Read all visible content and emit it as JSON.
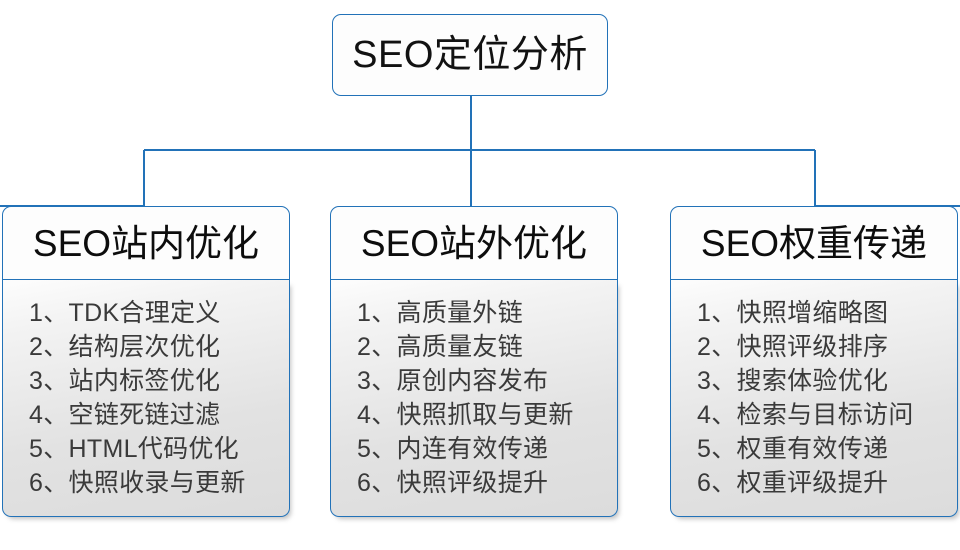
{
  "diagram": {
    "type": "org-chart",
    "title": "SEO定位分析",
    "accent_color": "#2272b8",
    "text_color": "#3a3a3a",
    "root": {
      "label": "SEO定位分析"
    },
    "branches": [
      {
        "id": "seo-on-site",
        "heading": "SEO站内优化",
        "items": [
          {
            "num": "1",
            "sep": "、",
            "text": "TDK合理定义"
          },
          {
            "num": "2",
            "sep": "、",
            "text": "结构层次优化"
          },
          {
            "num": "3",
            "sep": "、",
            "text": "站内标签优化"
          },
          {
            "num": "4",
            "sep": "、",
            "text": "空链死链过滤"
          },
          {
            "num": "5",
            "sep": "、",
            "text": "HTML代码优化"
          },
          {
            "num": "6",
            "sep": "、",
            "text": "快照收录与更新"
          }
        ]
      },
      {
        "id": "seo-off-site",
        "heading": "SEO站外优化",
        "items": [
          {
            "num": "1",
            "sep": "、",
            "text": "高质量外链"
          },
          {
            "num": "2",
            "sep": "、",
            "text": "高质量友链"
          },
          {
            "num": "3",
            "sep": "、",
            "text": "原创内容发布"
          },
          {
            "num": "4",
            "sep": "、",
            "text": "快照抓取与更新"
          },
          {
            "num": "5",
            "sep": "、",
            "text": "内连有效传递"
          },
          {
            "num": "6",
            "sep": "、",
            "text": "快照评级提升"
          }
        ]
      },
      {
        "id": "seo-weight-transfer",
        "heading": "SEO权重传递",
        "items": [
          {
            "num": "1",
            "sep": "、",
            "text": "快照增缩略图"
          },
          {
            "num": "2",
            "sep": "、",
            "text": "快照评级排序"
          },
          {
            "num": "3",
            "sep": "、",
            "text": "搜索体验优化"
          },
          {
            "num": "4",
            "sep": "、",
            "text": "检索与目标访问"
          },
          {
            "num": "5",
            "sep": "、",
            "text": "权重有效传递"
          },
          {
            "num": "6",
            "sep": "、",
            "text": "权重评级提升"
          }
        ]
      }
    ]
  }
}
